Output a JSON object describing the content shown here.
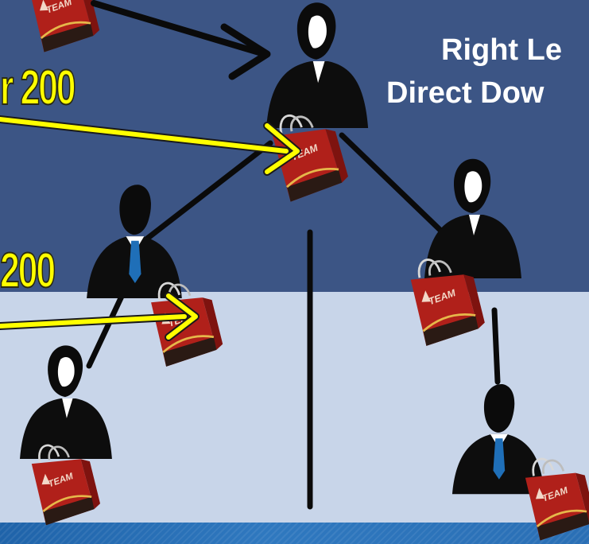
{
  "slide": {
    "title_line1": "Right Le",
    "title_line2": "Direct Dow",
    "amount_top": "r 200",
    "amount_bottom": "200"
  },
  "colors": {
    "upper_background": "#3c5585",
    "lower_background": "#c8d5e9",
    "footer_strip": "#2a6fb5",
    "arrow_yellow": "#ffff00",
    "bag_red": "#b0201a"
  },
  "icons": [
    "person-silhouette-icon",
    "shopping-bag-icon",
    "arrow-icon"
  ]
}
